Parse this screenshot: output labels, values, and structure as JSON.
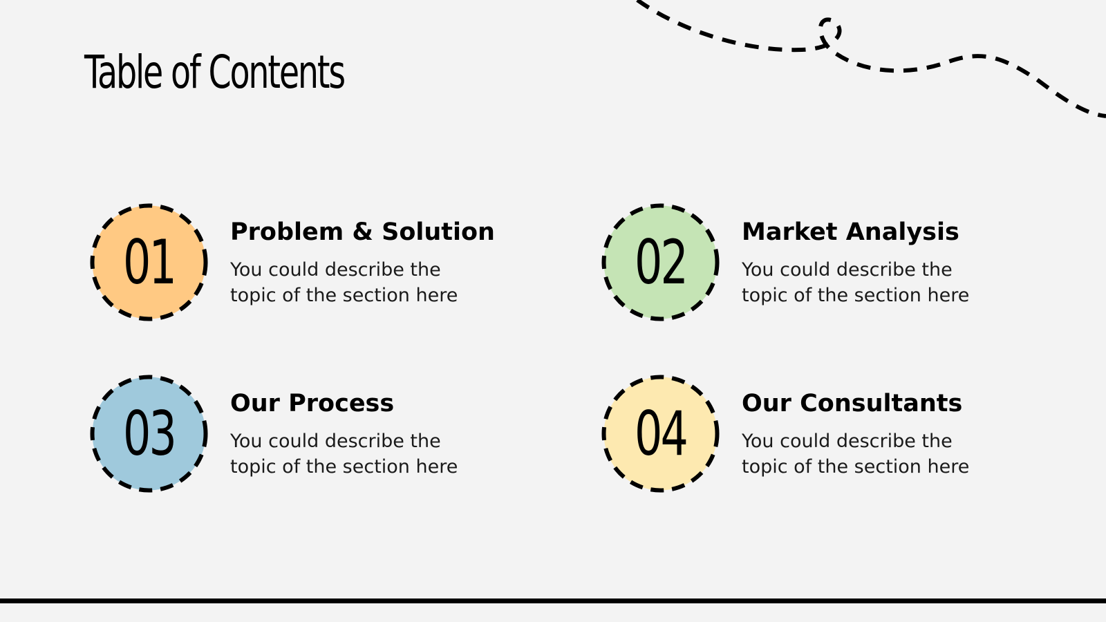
{
  "slide": {
    "title": "Table of Contents"
  },
  "colors": {
    "background": "#f3f3f3",
    "ink": "#000000",
    "badge_orange": "#ffc983",
    "badge_green": "#c5e4b5",
    "badge_blue": "#9fc9dc",
    "badge_yellow": "#fde9b0"
  },
  "items": [
    {
      "number": "01",
      "title": "Problem & Solution",
      "description": "You could describe the topic of the section here",
      "color": "#ffc983"
    },
    {
      "number": "02",
      "title": "Market Analysis",
      "description": "You could describe the topic of the section here",
      "color": "#c5e4b5"
    },
    {
      "number": "03",
      "title": "Our Process",
      "description": "You could describe the topic of the section here",
      "color": "#9fc9dc"
    },
    {
      "number": "04",
      "title": "Our Consultants",
      "description": "You could describe the topic of the section here",
      "color": "#fde9b0"
    }
  ]
}
